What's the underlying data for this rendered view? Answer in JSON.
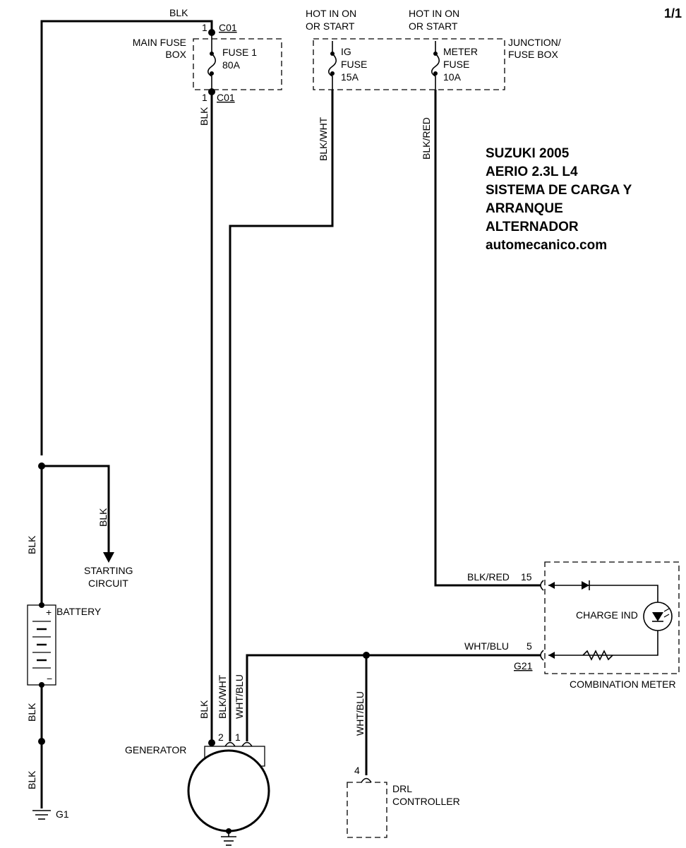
{
  "page_number": "1/1",
  "title": {
    "line1": "SUZUKI 2005",
    "line2": "AERIO 2.3L L4",
    "line3": "SISTEMA DE CARGA Y",
    "line4": "ARRANQUE",
    "line5": "ALTERNADOR",
    "line6": "automecanico.com"
  },
  "main_fuse_box": {
    "label_line1": "MAIN FUSE",
    "label_line2": "BOX",
    "fuse_line1": "FUSE 1",
    "fuse_line2": "80A",
    "pin_top": "1",
    "conn_top": "C01",
    "pin_bottom": "1",
    "conn_bottom": "C01"
  },
  "junction_box": {
    "label_line1": "JUNCTION/",
    "label_line2": "FUSE BOX",
    "ig_fuse": {
      "hot_line1": "HOT IN ON",
      "hot_line2": "OR START",
      "line1": "IG",
      "line2": "FUSE",
      "line3": "15A"
    },
    "meter_fuse": {
      "hot_line1": "HOT IN ON",
      "hot_line2": "OR START",
      "line1": "METER",
      "line2": "FUSE",
      "line3": "10A"
    }
  },
  "wires": {
    "top_blk": "BLK",
    "fuse1_out": "BLK",
    "ig_out": "BLK/WHT",
    "meter_out": "BLK/RED",
    "starting_branch": "BLK",
    "battery_pos": "BLK",
    "battery_neg": "BLK",
    "ground_lower": "BLK",
    "gen_blk": "BLK",
    "gen_blkwht": "BLK/WHT",
    "gen_whtblu": "WHT/BLU",
    "meter_in_label": "BLK/RED",
    "meter_in_pin": "15",
    "charge_label": "WHT/BLU",
    "charge_pin": "5",
    "charge_conn": "G21",
    "drl_wire": "WHT/BLU"
  },
  "starting_circuit": {
    "line1": "STARTING",
    "line2": "CIRCUIT"
  },
  "battery": {
    "label": "BATTERY"
  },
  "ground": {
    "label": "G1"
  },
  "generator": {
    "label": "GENERATOR",
    "pin2": "2",
    "pin1": "1"
  },
  "combination_meter": {
    "label": "COMBINATION METER",
    "charge_ind": "CHARGE IND"
  },
  "drl_controller": {
    "pin": "4",
    "line1": "DRL",
    "line2": "CONTROLLER"
  }
}
